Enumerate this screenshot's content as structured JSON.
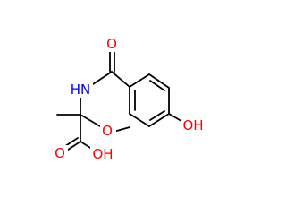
{
  "colors": {
    "oxygen": "#ff0000",
    "nitrogen": "#0000ff",
    "carbon": "#000000",
    "background": "#ffffff"
  },
  "atoms": {
    "carbonyl_oxygen": "O",
    "amide_nitrogen": "HN",
    "ring_oxygen": "O",
    "phenol_oxygen": "OH",
    "acid_carbonyl_oxygen": "O",
    "acid_hydroxyl_oxygen": "OH"
  }
}
